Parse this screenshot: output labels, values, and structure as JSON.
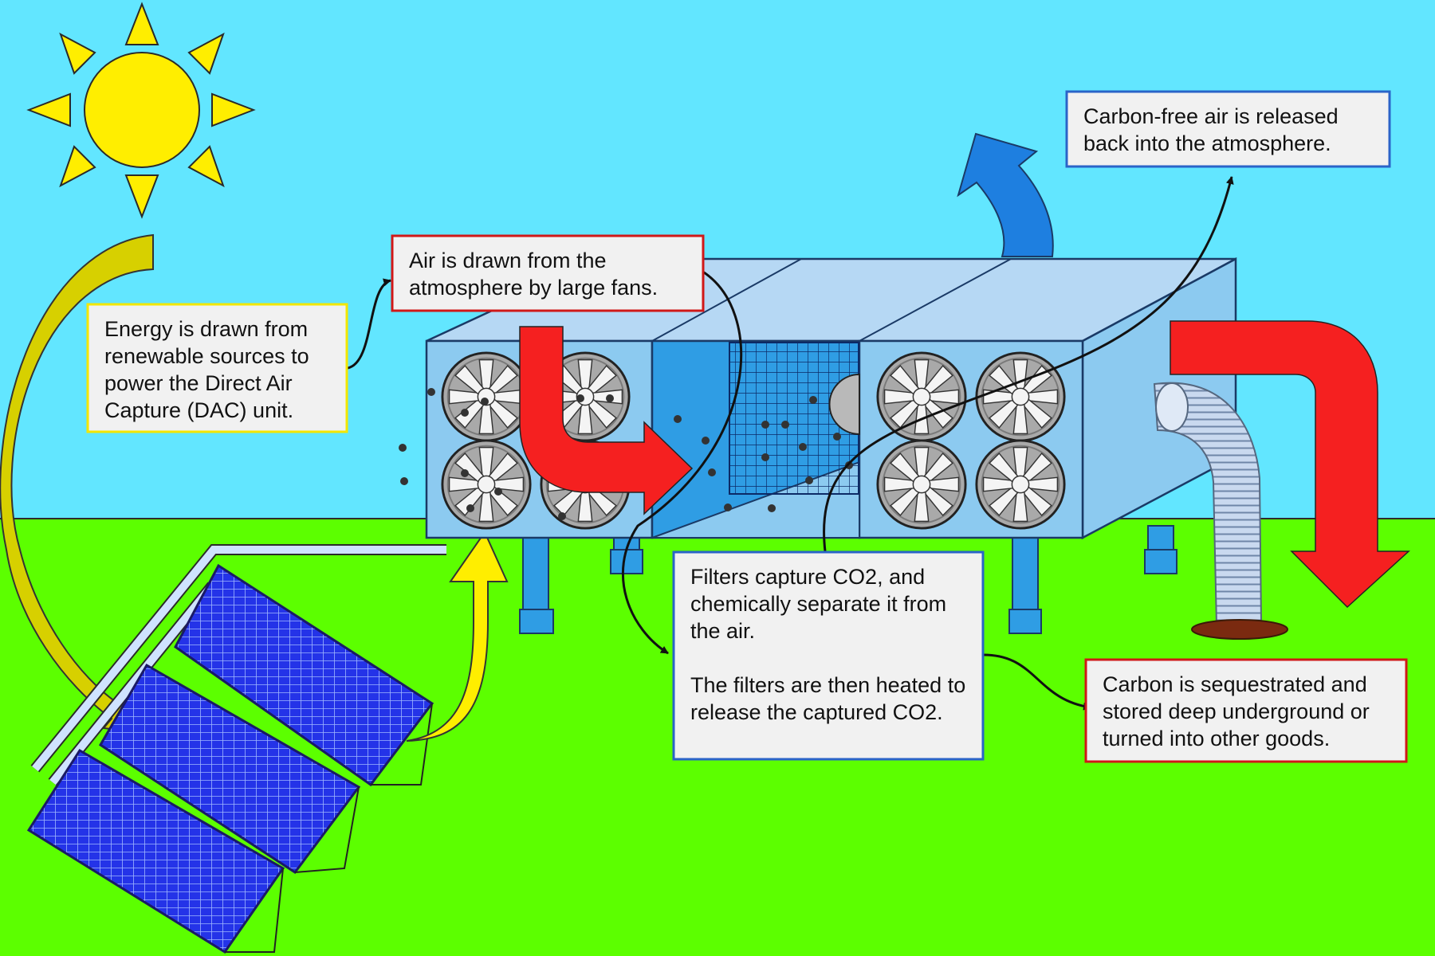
{
  "callouts": {
    "energy": {
      "text": "Energy is drawn from renewable sources to power the Direct Air Capture (DAC) unit."
    },
    "air_intake": {
      "text": "Air is drawn from the atmosphere by large fans."
    },
    "released": {
      "text": "Carbon-free air is released back into the atmosphere."
    },
    "filters": {
      "text": "Filters capture CO2, and chemically separate it from the air.",
      "text2": "The filters are then heated to release the captured CO2."
    },
    "sequestered": {
      "text": "Carbon is sequestrated and stored deep underground or turned into other goods."
    }
  },
  "colors": {
    "sky": "#62e6ff",
    "ground": "#5cff00",
    "sun": "#ffee00",
    "dac_front": "#8ccaf0",
    "dac_mid": "#2f9de4",
    "dac_top": "#b6d8f4",
    "fan": "#a8a8a8",
    "panel": "#2433e8",
    "hot_arrow": "#f52020",
    "clean_arrow": "#1e7fe0",
    "energy_arrow": "#ffee00",
    "border_yellow": "#f2e600",
    "border_red": "#d01818",
    "border_blue": "#2a64c8"
  },
  "icons": [
    "sun-icon",
    "solar-panel-icon",
    "fan-icon",
    "filter-grid-icon",
    "co2-particle-icon",
    "pipe-icon",
    "arrow-icon"
  ]
}
